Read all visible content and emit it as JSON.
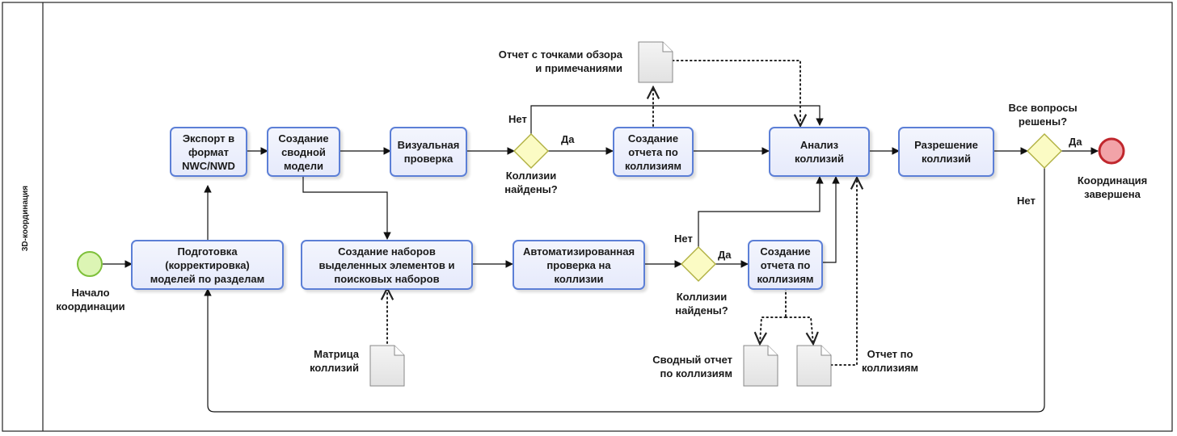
{
  "pool": {
    "lane_label": "3D-координация"
  },
  "events": {
    "start": "Начало\nкоординации",
    "end": "Координация\nзавершена"
  },
  "tasks": {
    "export": "Экспорт в\nформат\nNWC/NWD",
    "summary_model": "Создание\nсводной\nмодели",
    "visual_check": "Визуальная\nпроверка",
    "report1": "Создание\nотчета по\nколлизиям",
    "analysis": "Анализ\nколлизий",
    "resolution": "Разрешение\nколлизий",
    "prepare": "Подготовка\n(корректировка)\nмоделей по разделам",
    "sets": "Создание наборов\nвыделенных элементов и\nпоисковых наборов",
    "auto_check": "Автоматизированная\nпроверка на\nколлизии",
    "report2": "Создание\nотчета по\nколлизиям"
  },
  "gateways": {
    "g1_question": "Коллизии\nнайдены?",
    "g2_question": "Коллизии\nнайдены?",
    "g3_question": "Все вопросы\nрешены?",
    "g1_yes": "Да",
    "g1_no": "Нет",
    "g2_yes": "Да",
    "g2_no": "Нет",
    "g3_yes": "Да",
    "g3_no": "Нет"
  },
  "documents": {
    "viewpoints_report": "Отчет с точками обзора\nи примечаниями",
    "clash_matrix": "Матрица\nколлизий",
    "summary_report": "Сводный отчет\nпо коллизиям",
    "clash_report": "Отчет по\nколлизиям"
  },
  "colors": {
    "task_border": "#5c7fd6",
    "start_fill": "#dcf5b4",
    "start_stroke": "#7ec03a",
    "end_fill": "#f2a3a8",
    "end_stroke": "#c0272d",
    "gateway_fill": "#fbfbc4",
    "gateway_stroke": "#b0b040"
  }
}
